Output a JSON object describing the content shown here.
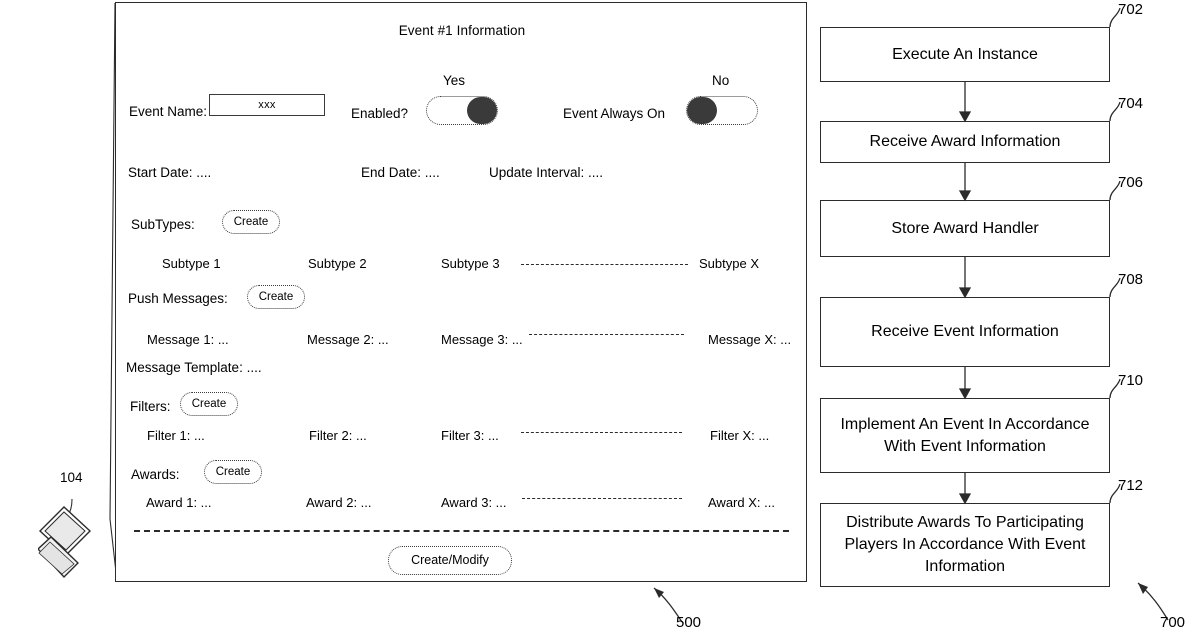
{
  "figure": {
    "form_ref": "500",
    "flow_ref": "700",
    "device_ref": "104",
    "device_icon": "laptop-icon"
  },
  "form": {
    "title": "Event #1 Information",
    "event_name": {
      "label": "Event Name:",
      "value": "xxx"
    },
    "enabled_toggle": {
      "label": "Enabled?",
      "state_caption": "Yes",
      "state": "on"
    },
    "always_on_toggle": {
      "label": "Event Always On",
      "state_caption": "No",
      "state": "off"
    },
    "dates": {
      "start": "Start Date: ....",
      "end": "End Date: ....",
      "update_interval": "Update Interval: ...."
    },
    "subtypes": {
      "label": "SubTypes:",
      "create_label": "Create",
      "items": [
        "Subtype 1",
        "Subtype 2",
        "Subtype 3",
        "Subtype X"
      ]
    },
    "push_messages": {
      "label": "Push Messages:",
      "create_label": "Create",
      "items": [
        "Message 1: ...",
        "Message 2: ...",
        "Message 3: ...",
        "Message X: ..."
      ],
      "template": "Message Template: ...."
    },
    "filters": {
      "label": "Filters:",
      "create_label": "Create",
      "items": [
        "Filter 1: ...",
        "Filter 2: ...",
        "Filter 3: ...",
        "Filter X: ..."
      ]
    },
    "awards": {
      "label": "Awards:",
      "create_label": "Create",
      "items": [
        "Award 1: ...",
        "Award 2: ...",
        "Award 3: ...",
        "Award X: ..."
      ]
    },
    "submit_label": "Create/Modify"
  },
  "flowchart": {
    "steps": [
      {
        "ref": "702",
        "text": "Execute An Instance"
      },
      {
        "ref": "704",
        "text": "Receive Award Information"
      },
      {
        "ref": "706",
        "text": "Store Award Handler"
      },
      {
        "ref": "708",
        "text": "Receive  Event Information"
      },
      {
        "ref": "710",
        "text": "Implement An Event In Accordance With Event Information"
      },
      {
        "ref": "712",
        "text": "Distribute Awards To Participating Players In Accordance With Event Information"
      }
    ]
  },
  "colors": {
    "ink": "#2b2b2b",
    "paper": "#ffffff"
  }
}
